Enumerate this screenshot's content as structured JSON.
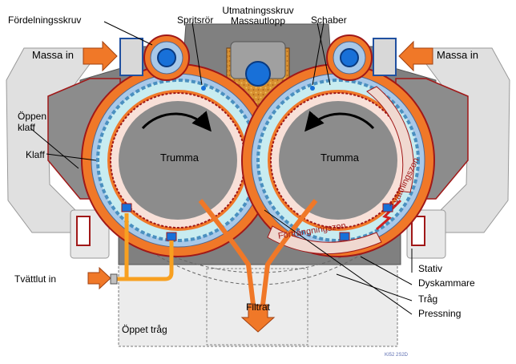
{
  "labels": {
    "fordelningsskruv": "Fördelningsskruv",
    "spritsror": "Spritsrör",
    "utmatningsskruv": "Utmatningsskruv",
    "massautlopp": "Massautlopp",
    "schaber": "Schaber",
    "massa_in_left": "Massa in",
    "massa_in_right": "Massa in",
    "oppen_klaff": "Öppen\nklaff",
    "klaff": "Klaff",
    "trumma_left": "Trumma",
    "trumma_right": "Trumma",
    "tvattningszon": "Tvättningszon",
    "fortrangningszon": "Förträngningszon",
    "stativ": "Stativ",
    "dyskammare": "Dyskammare",
    "trag": "Tråg",
    "pressning": "Pressning",
    "tvattlut_in": "Tvättlut in",
    "filtrat": "Filtrat",
    "oppet_trag": "Öppet tråg",
    "code": "KI52 2S2D"
  },
  "colors": {
    "housing": "#808080",
    "drum_ring_blue": "#a8c8e8",
    "drum_ring_cyan": "#c8ecf0",
    "orange": "#f07828",
    "screw_blue": "#1870d8",
    "pulp": "#d89030",
    "frame": "#e0e0e0",
    "zone_band": "#f0d8d0",
    "dark_red": "#a01818"
  }
}
